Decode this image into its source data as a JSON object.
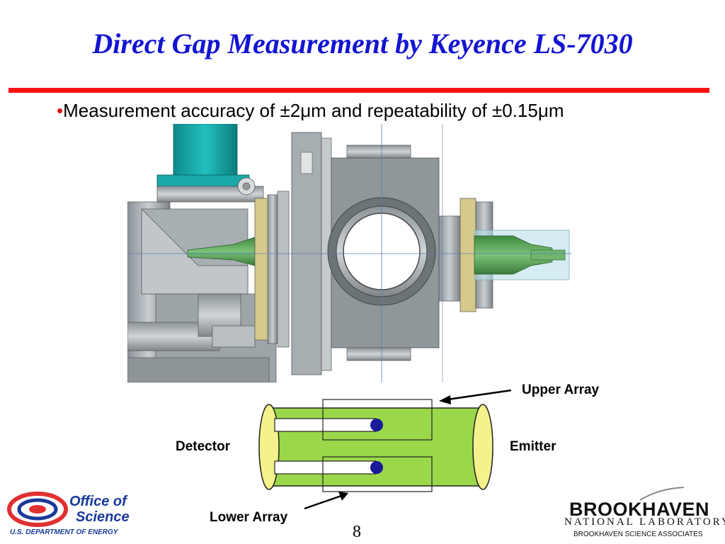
{
  "slide": {
    "title": "Direct Gap Measurement by Keyence LS-7030",
    "bullet_marker": "•",
    "bullet_text": "Measurement accuracy of ±2μm and repeatability of ±0.15μm",
    "page_number": "8"
  },
  "diagram": {
    "labels": {
      "upper_array": "Upper Array",
      "lower_array": "Lower Array",
      "detector": "Detector",
      "emitter": "Emitter"
    },
    "colors": {
      "beam_fill": "#9ad84a",
      "end_cap_fill": "#f4f28a",
      "beam_dot": "#1a1a9a"
    }
  },
  "logos": {
    "doe": {
      "line1": "Office of",
      "line2": "Science",
      "department": "U.S. DEPARTMENT OF ENERGY"
    },
    "bnl": {
      "name": "BROOKHAVEN",
      "subtitle": "NATIONAL LABORATORY",
      "associates": "BROOKHAVEN SCIENCE ASSOCIATES"
    }
  },
  "colors": {
    "title": "#1414d2",
    "rule": "#ff1010",
    "bullet": "#e01414"
  }
}
